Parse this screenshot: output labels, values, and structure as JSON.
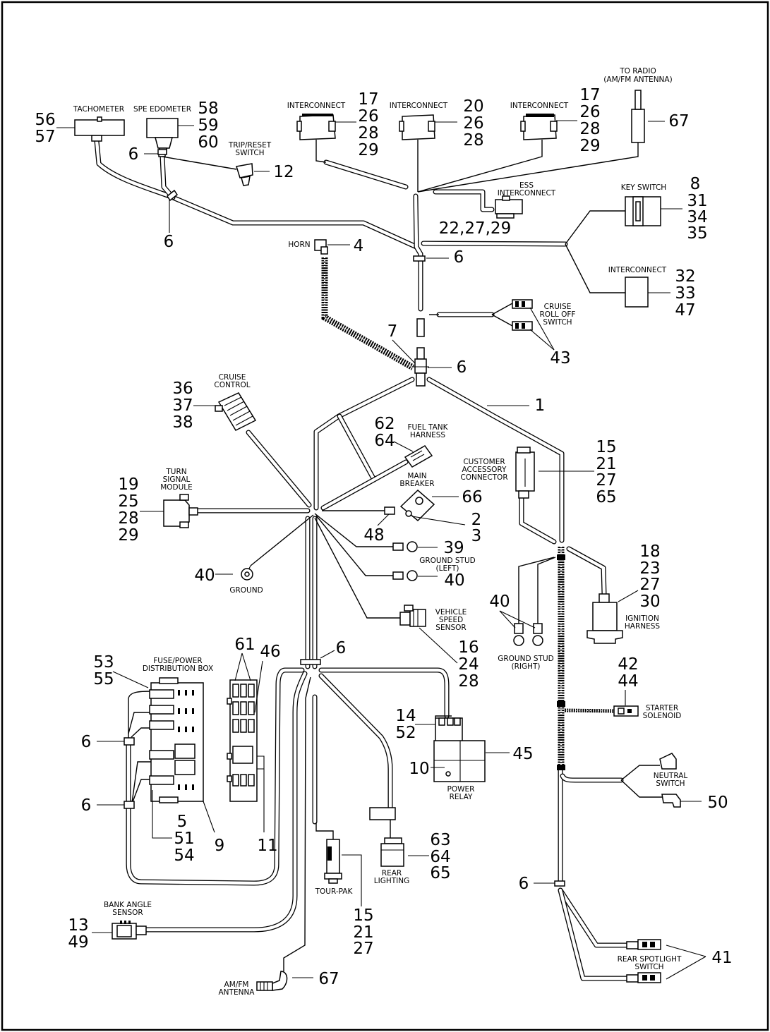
{
  "labels": {
    "tachometer": "TACHOMETER",
    "speedometer": "SPE EDOMETER",
    "trip_reset_1": "TRIP/RESET",
    "trip_reset_2": "SWITCH",
    "interconnect": "INTERCONNECT",
    "to_radio_1": "TO RADIO",
    "to_radio_2": "(AM/FM ANTENNA)",
    "ess_1": "ESS",
    "ess_2": "INTERCONNECT",
    "key_switch": "KEY SWITCH",
    "horn": "HORN",
    "cruise_rolloff_1": "CRUISE",
    "cruise_rolloff_2": "ROLL OFF",
    "cruise_rolloff_3": "SWITCH",
    "cruise_control_1": "CRUISE",
    "cruise_control_2": "CONTROL",
    "fuel_tank_1": "FUEL TANK",
    "fuel_tank_2": "HARNESS",
    "main_breaker_1": "MAIN",
    "main_breaker_2": "BREAKER",
    "customer_acc_1": "CUSTOMER",
    "customer_acc_2": "ACCESSORY",
    "customer_acc_3": "CONNECTOR",
    "turn_signal_1": "TURN",
    "turn_signal_2": "SIGNAL",
    "turn_signal_3": "MODULE",
    "ground_stud_left_1": "GROUND STUD",
    "ground_stud_left_2": "(LEFT)",
    "ground": "GROUND",
    "vss_1": "VEHICLE",
    "vss_2": "SPEED",
    "vss_3": "SENSOR",
    "ground_stud_right_1": "GROUND STUD",
    "ground_stud_right_2": "(RIGHT)",
    "ignition_1": "IGNITION",
    "ignition_2": "HARNESS",
    "fuse_box_1": "FUSE/POWER",
    "fuse_box_2": "DISTRIBUTION BOX",
    "starter_1": "STARTER",
    "starter_2": "SOLENOID",
    "power_relay_1": "POWER",
    "power_relay_2": "RELAY",
    "neutral_1": "NEUTRAL",
    "neutral_2": "SWITCH",
    "tour_pak": "TOUR-PAK",
    "rear_lighting_1": "REAR",
    "rear_lighting_2": "LIGHTING",
    "bank_angle_1": "BANK ANGLE",
    "bank_angle_2": "SENSOR",
    "rear_spot_1": "REAR SPOTLIGHT",
    "rear_spot_2": "SWITCH",
    "am_fm_1": "AM/FM",
    "am_fm_2": "ANTENNA"
  },
  "callouts": {
    "c56": "56",
    "c57": "57",
    "c58": "58",
    "c59": "59",
    "c60": "60",
    "c6_inst": "6",
    "c12": "12",
    "c6_main": "6",
    "ic1_a": "17",
    "ic1_b": "26",
    "ic1_c": "28",
    "ic1_d": "29",
    "ic2_a": "20",
    "ic2_b": "26",
    "ic2_c": "28",
    "ic3_a": "17",
    "ic3_b": "26",
    "ic3_c": "28",
    "ic3_d": "29",
    "c67_top": "67",
    "ess_nums": "22,27,29",
    "key_a": "8",
    "key_b": "31",
    "key_c": "34",
    "key_d": "35",
    "c4": "4",
    "c6_horn": "6",
    "ic4_a": "32",
    "ic4_b": "33",
    "ic4_c": "47",
    "c43": "43",
    "c7": "7",
    "c6_center": "6",
    "c1": "1",
    "cc_a": "36",
    "cc_b": "37",
    "cc_c": "38",
    "ft_a": "62",
    "ft_b": "64",
    "ca_a": "15",
    "ca_b": "21",
    "ca_c": "27",
    "ca_d": "65",
    "c66": "66",
    "ts_a": "19",
    "ts_b": "25",
    "ts_c": "28",
    "ts_d": "29",
    "c48": "48",
    "c2": "2",
    "c3": "3",
    "c39": "39",
    "c40_left": "40",
    "c40_ground": "40",
    "ig_a": "18",
    "ig_b": "23",
    "ig_c": "27",
    "ig_d": "30",
    "c40_right": "40",
    "vss_a": "16",
    "vss_b": "24",
    "vss_c": "28",
    "c61": "61",
    "c46": "46",
    "c6_lower": "6",
    "fb_a": "53",
    "fb_b": "55",
    "st_a": "42",
    "st_b": "44",
    "pr_a": "14",
    "pr_b": "52",
    "c45": "45",
    "c10": "10",
    "c6_fb1": "6",
    "c6_fb2": "6",
    "c50": "50",
    "fb_c": "5",
    "fb_d": "51",
    "fb_e": "54",
    "c9": "9",
    "c11": "11",
    "rl_a": "63",
    "rl_b": "64",
    "rl_c": "65",
    "tp_a": "15",
    "tp_b": "21",
    "tp_c": "27",
    "c6_right_low": "6",
    "ba_a": "13",
    "ba_b": "49",
    "c41": "41",
    "c67_bottom": "67"
  }
}
